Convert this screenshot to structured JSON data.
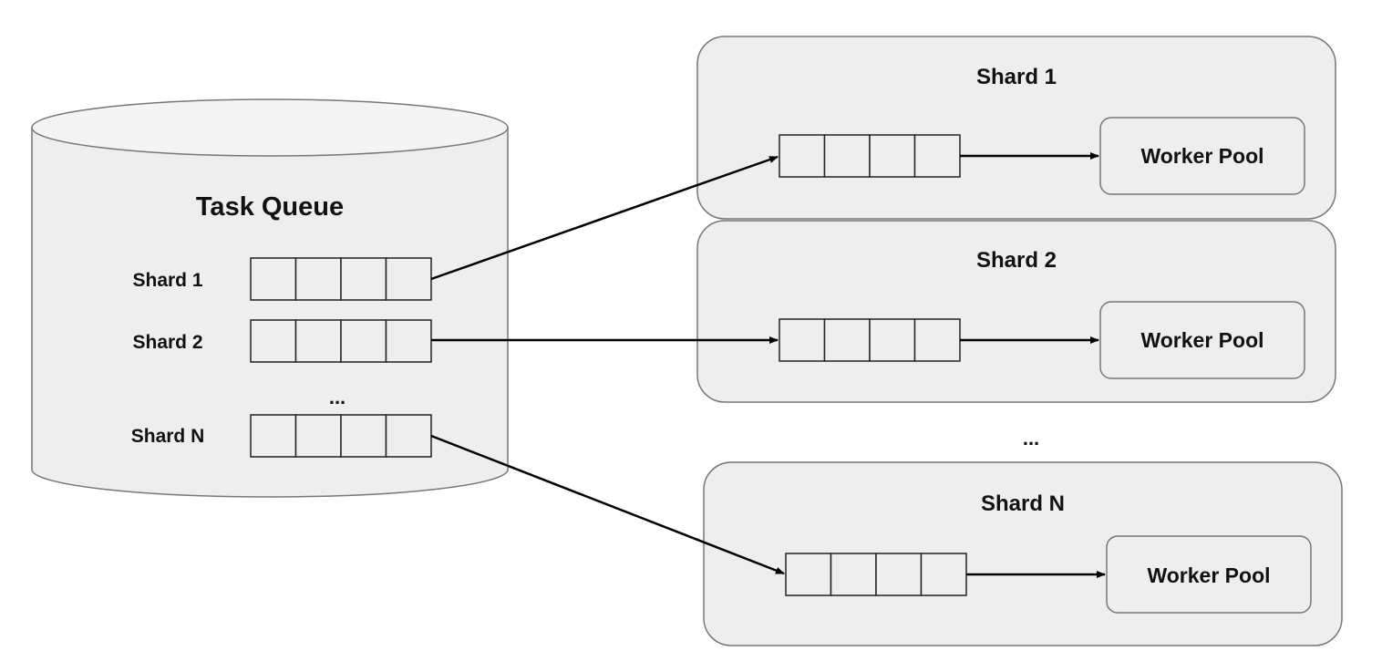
{
  "task_queue": {
    "title": "Task Queue",
    "shards": [
      {
        "label": "Shard 1",
        "slots": 4
      },
      {
        "label": "Shard 2",
        "slots": 4
      },
      {
        "label": "Shard N",
        "slots": 4
      }
    ],
    "ellipsis": "..."
  },
  "shard_groups": [
    {
      "title": "Shard 1",
      "worker_label": "Worker Pool",
      "slots": 4
    },
    {
      "title": "Shard 2",
      "worker_label": "Worker Pool",
      "slots": 4
    },
    {
      "title": "Shard N",
      "worker_label": "Worker Pool",
      "slots": 4
    }
  ],
  "between_groups_ellipsis": "...",
  "colors": {
    "fill": "#eeeeee",
    "cylinder_top": "#f4f4f4",
    "stroke": "#666666",
    "line": "#000000"
  }
}
